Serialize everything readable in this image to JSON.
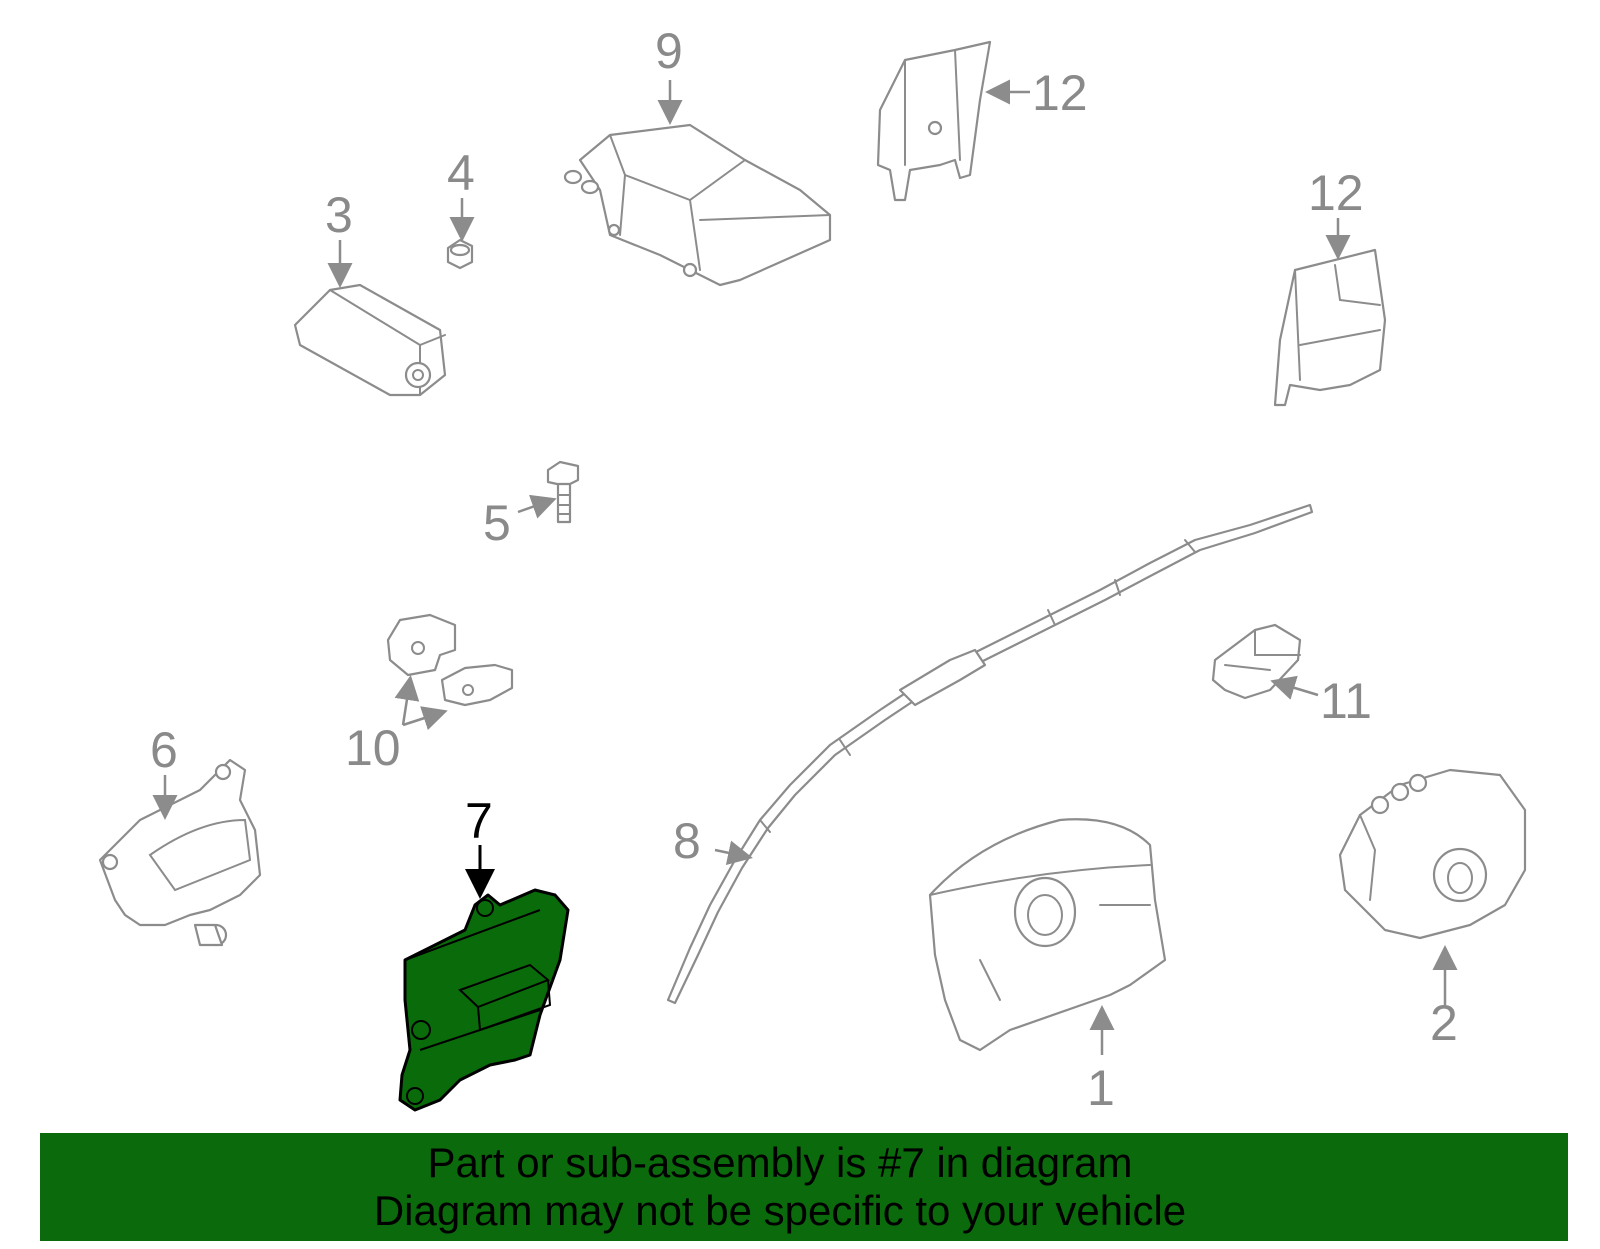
{
  "callouts": [
    "1",
    "2",
    "3",
    "4",
    "5",
    "6",
    "7",
    "8",
    "9",
    "10",
    "11",
    "12",
    "12"
  ],
  "selected_part": "7",
  "colors": {
    "highlight": "#0a6b0a",
    "banner": "#0b6a0b",
    "line": "#8c8c8c"
  },
  "banner": {
    "line1": "Part or sub-assembly is #7 in diagram",
    "line2": "Diagram may not be specific to your vehicle"
  }
}
